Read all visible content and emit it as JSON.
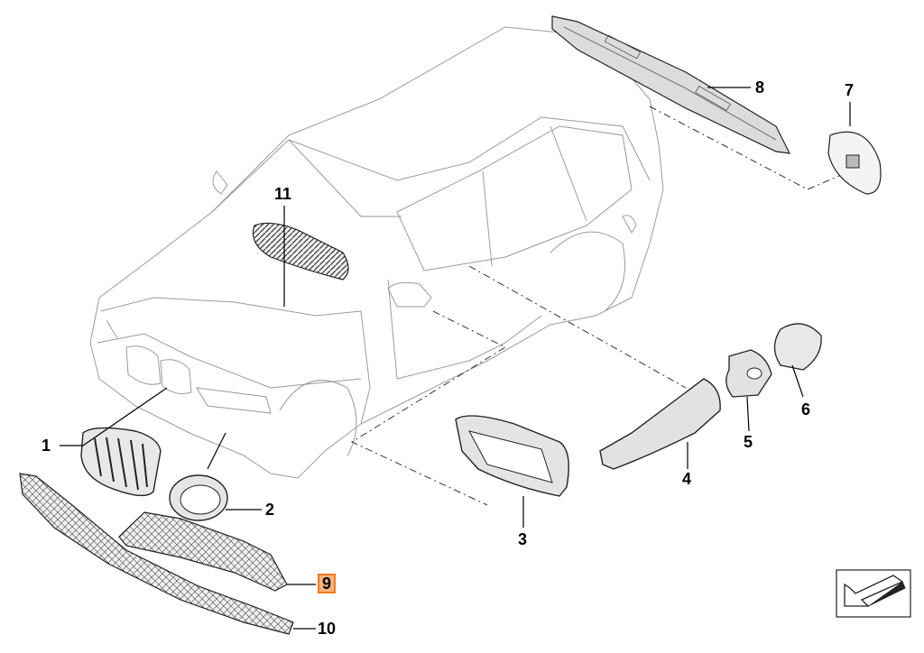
{
  "callouts": {
    "c1": "1",
    "c2": "2",
    "c3": "3",
    "c4": "4",
    "c5": "5",
    "c6": "6",
    "c7": "7",
    "c8": "8",
    "c9": "9",
    "c10": "10",
    "c11": "11"
  },
  "highlighted_callout": "9",
  "colors": {
    "highlight_fill": "#f9b27a",
    "highlight_border": "#f07a1e",
    "line": "#000000"
  },
  "icons": {
    "direction": "arrow-indicator-icon"
  }
}
